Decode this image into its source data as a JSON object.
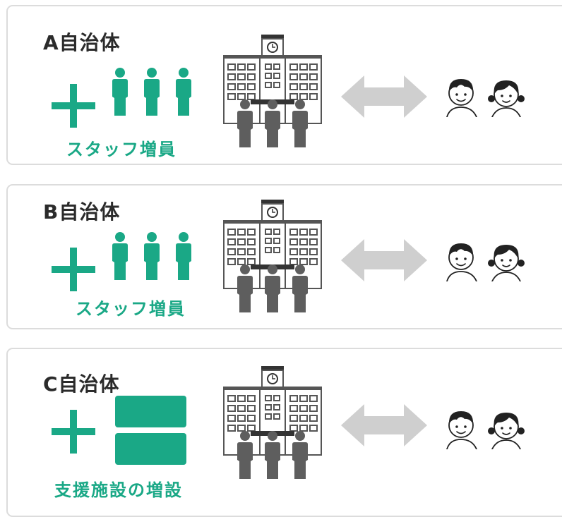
{
  "panels": [
    {
      "title": "A自治体",
      "caption": "スタッフ増員",
      "addition": "staff-icons"
    },
    {
      "title": "B自治体",
      "caption": "スタッフ増員",
      "addition": "staff-icons"
    },
    {
      "title": "C自治体",
      "caption": "支援施設の増設",
      "addition": "facility-icon"
    }
  ],
  "colors": {
    "accent_green": "#1aa886",
    "staff_gray": "#5e5e5e",
    "arrow_gray": "#cfcfcf",
    "border": "#dcdcdc"
  },
  "icons": [
    "plus-icon",
    "staff-person-icon",
    "facility-block-icon",
    "school-building-icon",
    "teacher-icon",
    "double-arrow-icon",
    "children-icon"
  ]
}
